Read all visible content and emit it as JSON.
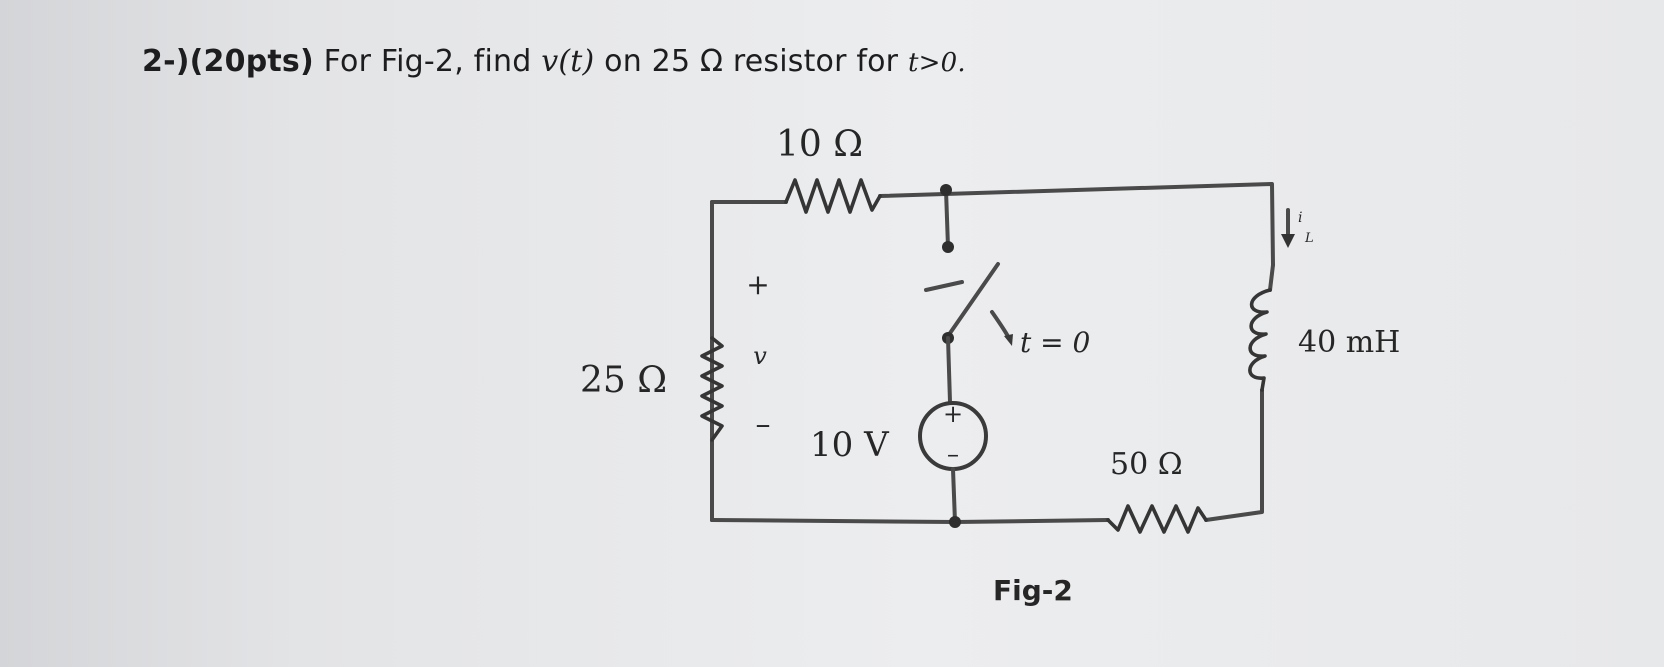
{
  "question": {
    "number": "2-)",
    "points": "(20pts)",
    "pre": "For Fig-2, find",
    "variable": "v(t)",
    "post": "on 25 Ω resistor for",
    "condition": "t>0."
  },
  "circuit": {
    "r_top": "10 Ω",
    "r_left": "25 Ω",
    "r_bottom": "50 Ω",
    "inductor": "40 mH",
    "source": "10 V",
    "switch": "t = 0",
    "current": "i",
    "current_sub": "L",
    "v_plus": "+",
    "v_label": "v",
    "v_minus": "–",
    "src_plus": "+",
    "src_minus": "–",
    "figure": "Fig-2"
  }
}
